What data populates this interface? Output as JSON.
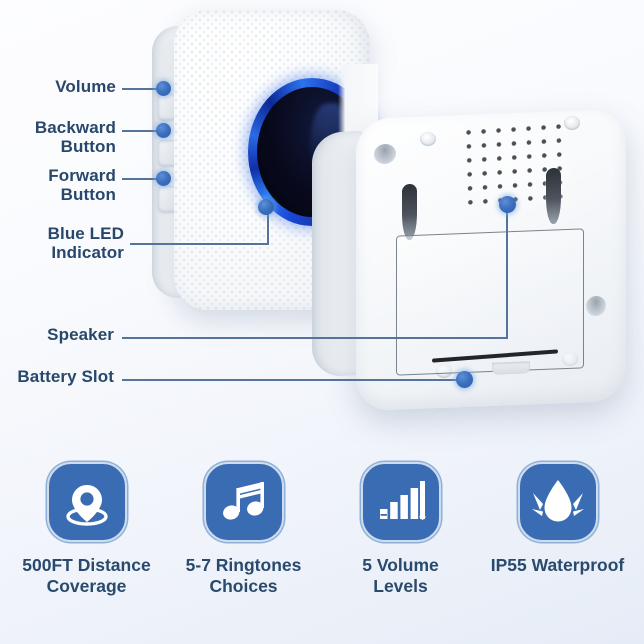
{
  "image": {
    "subject": "Wireless doorbell chime receiver - annotated product diagram",
    "background_top_color": "#fdfdff",
    "background_bottom_color": "#e6ecf7",
    "accent_blue": "#3a6cb4",
    "callout_text_color": "#28486b",
    "leader_line_color": "#55749c",
    "dot_color": "#3a6fbe"
  },
  "callouts": [
    {
      "id": "volume",
      "label": "Volume",
      "target": "side-button-volume"
    },
    {
      "id": "backward",
      "label": "Backward\nButton",
      "target": "side-button-backward"
    },
    {
      "id": "forward",
      "label": "Forward\nButton",
      "target": "side-button-forward"
    },
    {
      "id": "blue-led",
      "label": "Blue LED\nIndicator",
      "target": "led-ring"
    },
    {
      "id": "speaker",
      "label": "Speaker",
      "target": "speaker-grille"
    },
    {
      "id": "battery-slot",
      "label": "Battery Slot",
      "target": "battery-door"
    }
  ],
  "features": [
    {
      "id": "distance",
      "icon": "location-pin-icon",
      "caption": "500FT Distance\nCoverage"
    },
    {
      "id": "ringtones",
      "icon": "music-notes-icon",
      "caption": "5-7 Ringtones\nChoices"
    },
    {
      "id": "volume",
      "icon": "volume-bars-icon",
      "caption": "5 Volume\nLevels"
    },
    {
      "id": "waterproof",
      "icon": "water-droplet-icon",
      "caption": "IP55 Waterproof"
    }
  ]
}
